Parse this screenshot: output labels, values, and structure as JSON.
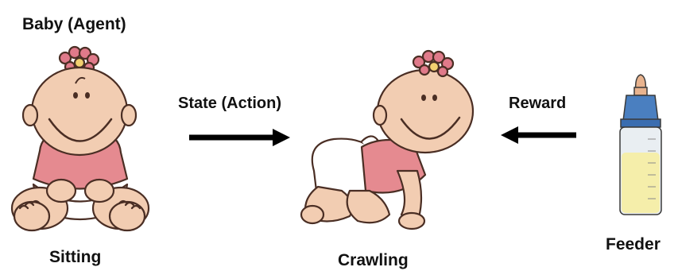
{
  "labels": {
    "agent": "Baby (Agent)",
    "sitting": "Sitting",
    "crawling": "Crawling",
    "state_action": "State (Action)",
    "reward": "Reward",
    "feeder": "Feeder"
  },
  "colors": {
    "skin": "#f2cdb2",
    "skin_outline": "#4a2e24",
    "shirt": "#e58a90",
    "diaper": "#ffffff",
    "bow": "#e07a8a",
    "bottle_cap": "#4a7fc0",
    "milk": "#f5eeaa",
    "nipple": "#e8b38e",
    "arrow": "#000000"
  },
  "nodes": [
    {
      "id": "sitting-baby",
      "icon": "baby-sitting-illustration"
    },
    {
      "id": "crawling-baby",
      "icon": "baby-crawling-illustration"
    },
    {
      "id": "feeder",
      "icon": "baby-bottle-illustration"
    }
  ],
  "edges": [
    {
      "from": "sitting-baby",
      "to": "crawling-baby",
      "label_key": "state_action",
      "direction": "right"
    },
    {
      "from": "feeder",
      "to": "crawling-baby",
      "label_key": "reward",
      "direction": "left"
    }
  ]
}
